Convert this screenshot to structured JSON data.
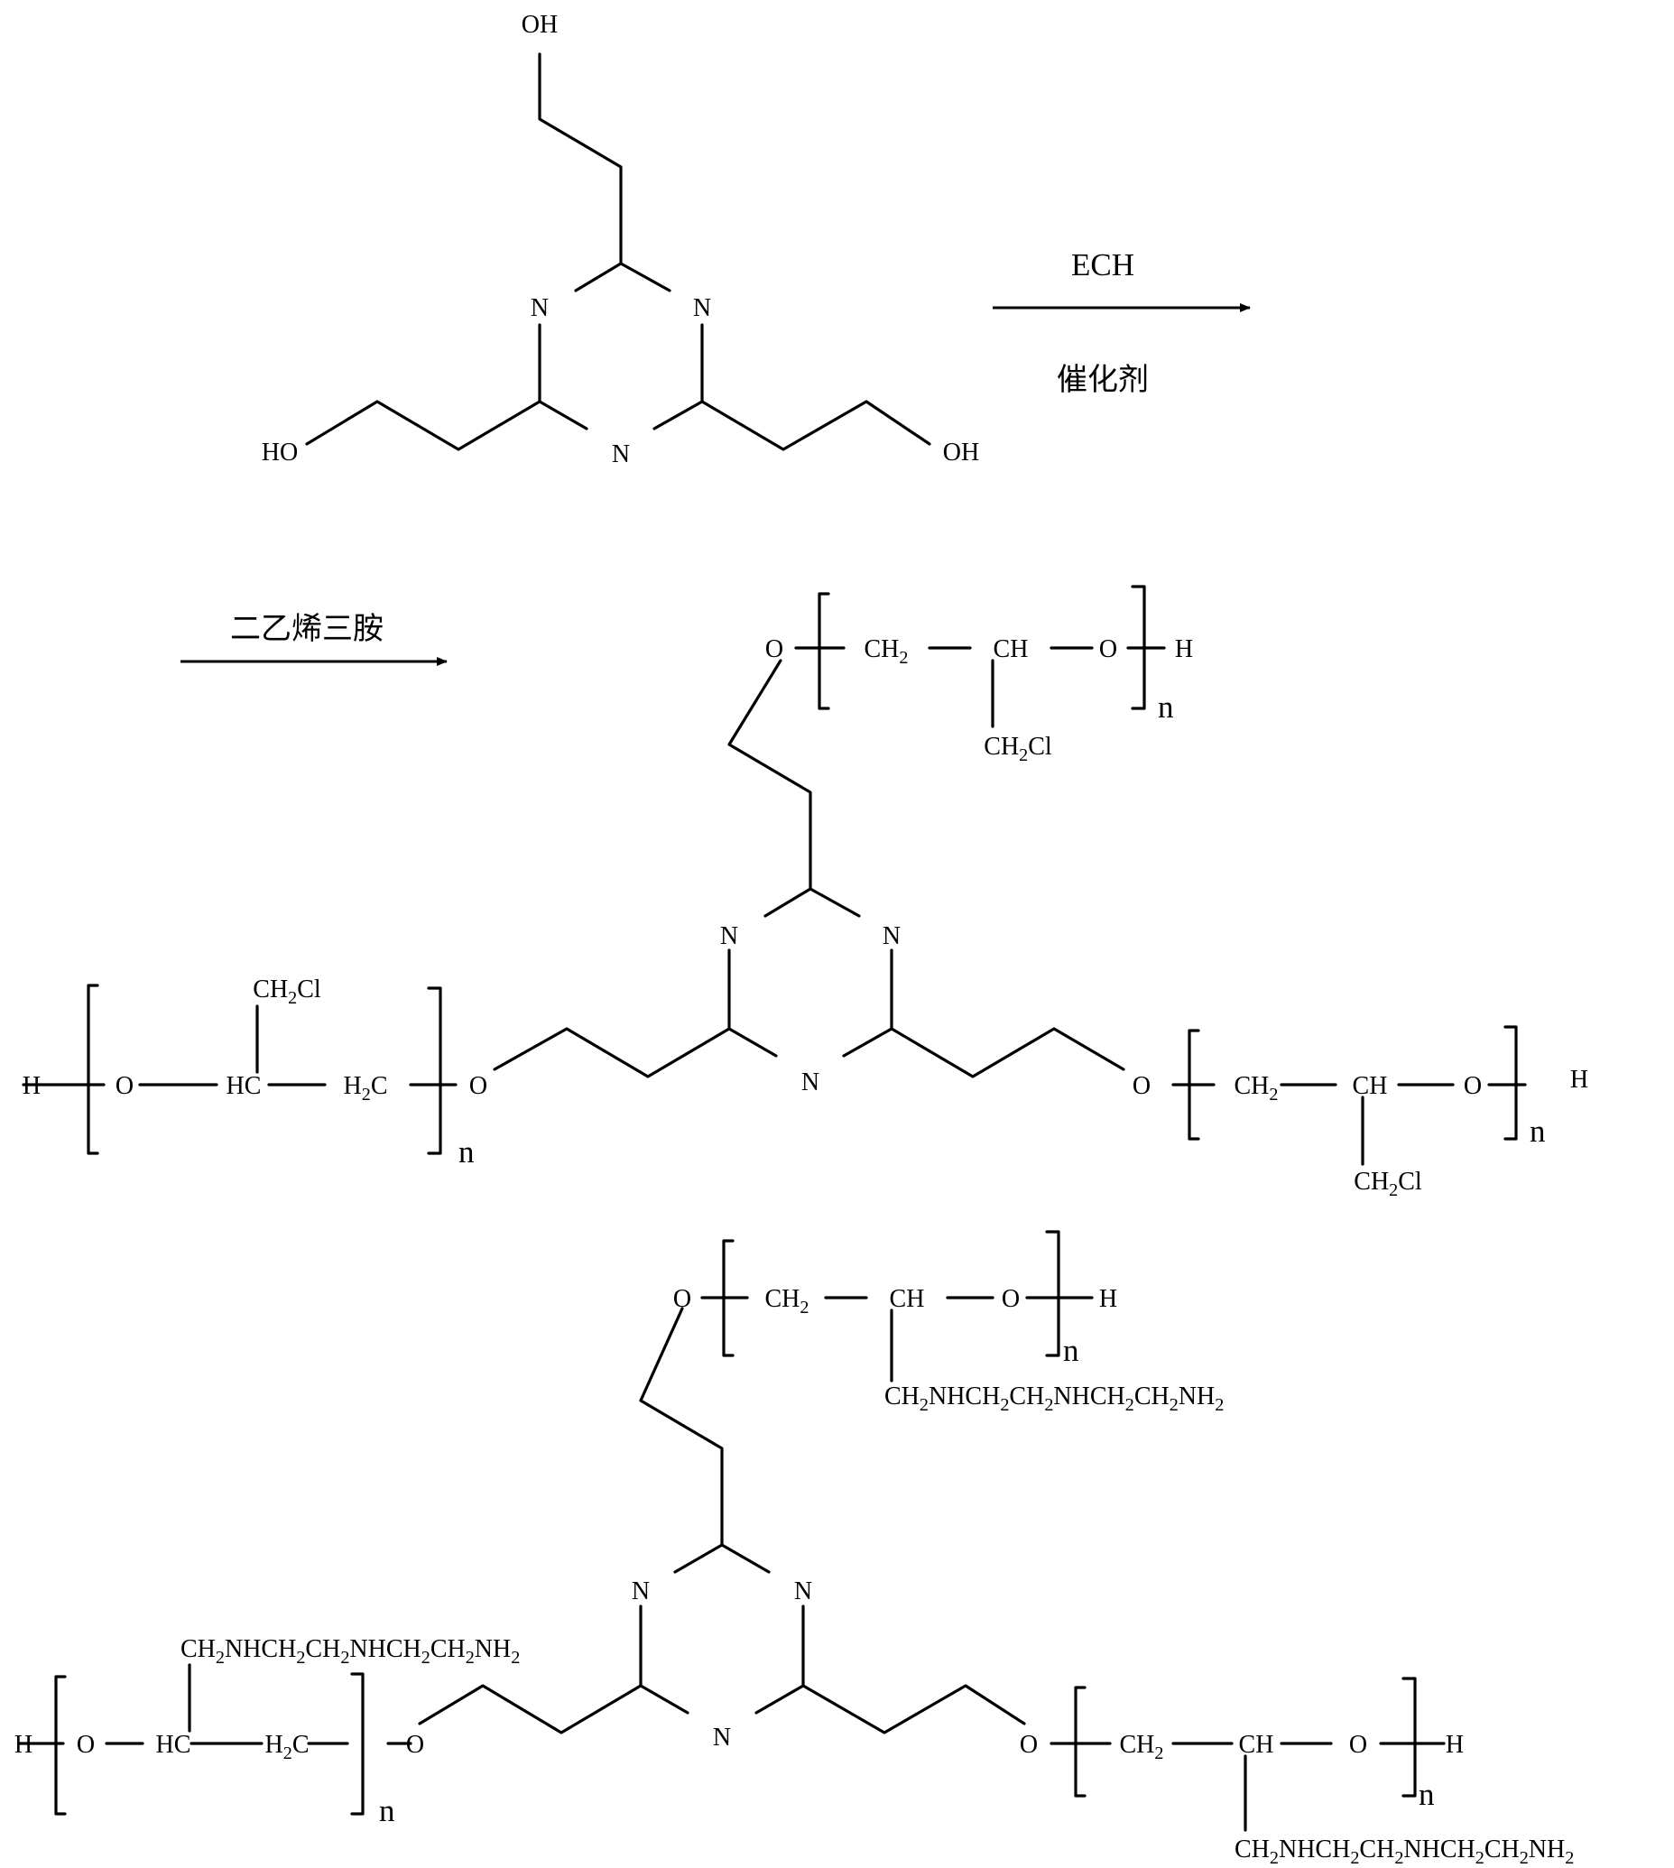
{
  "step1": {
    "reagent": "ECH",
    "catalyst": "催化剂"
  },
  "step2": {
    "reagent": "二乙烯三胺"
  },
  "starting_material": {
    "labels": {
      "oh_top": "OH",
      "oh_left": "HO",
      "oh_right": "OH",
      "n_left": "N",
      "n_right": "N",
      "n_bottom": "N"
    }
  },
  "intermediate": {
    "labels": {
      "top_o": "O",
      "top_ch2": "CH2",
      "top_ch": "CH",
      "top_o2": "O",
      "top_h": "H",
      "top_n": "n",
      "top_ch2cl": "CH2Cl",
      "ring_n_left": "N",
      "ring_n_right": "N",
      "ring_n_bottom": "N",
      "left_h": "H",
      "left_o": "O",
      "left_hc": "HC",
      "left_h2c": "H2C",
      "left_o2": "O",
      "left_n": "n",
      "left_ch2cl": "CH2Cl",
      "right_o": "O",
      "right_ch2": "CH2",
      "right_ch": "CH",
      "right_o2": "O",
      "right_h": "H",
      "right_n": "n",
      "right_ch2cl": "CH2Cl"
    }
  },
  "product": {
    "labels": {
      "top_o": "O",
      "top_ch2": "CH2",
      "top_ch": "CH",
      "top_o2": "O",
      "top_h": "H",
      "top_n": "n",
      "top_amine": "CH2NHCH2CH2NHCH2CH2NH2",
      "ring_n_left": "N",
      "ring_n_right": "N",
      "ring_n_bottom": "N",
      "left_amine": "CH2NHCH2CH2NHCH2CH2NH2",
      "left_h": "H",
      "left_o": "O",
      "left_hc": "HC",
      "left_h2c": "H2C",
      "left_o2": "O",
      "left_n": "n",
      "right_o": "O",
      "right_ch2": "CH2",
      "right_ch": "CH",
      "right_o2": "O",
      "right_h": "H",
      "right_n": "n",
      "right_amine": "CH2NHCH2CH2NHCH2CH2NH2"
    }
  }
}
